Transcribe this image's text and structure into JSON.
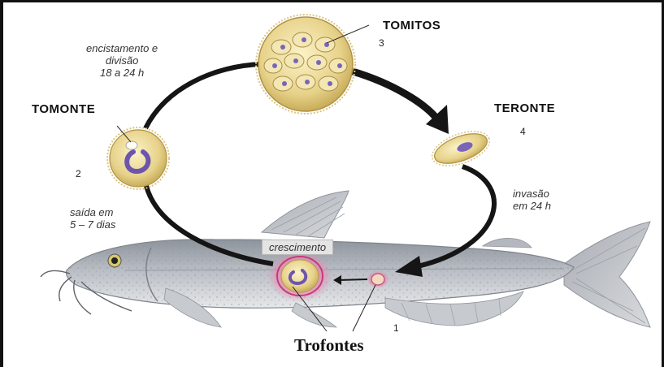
{
  "stages": {
    "tomitos": {
      "name": "TOMITOS",
      "number": "3"
    },
    "teronte": {
      "name": "TERONTE",
      "number": "4"
    },
    "tomonte": {
      "name": "TOMONTE",
      "number": "2"
    },
    "trofonte": {
      "number": "1"
    }
  },
  "notes": {
    "encistamento": "encistamento  e\ndivisão\n18 a 24 h",
    "invasao": "invasão\nem 24 h",
    "saida": "saída em\n5 – 7 dias",
    "crescimento": "crescimento"
  },
  "title": "Trofontes",
  "colors": {
    "arrow": "#151515",
    "cyst": "#e8d48e",
    "nucleus": "#7a64b8",
    "fish_body": "#b2b6bd",
    "inflamed": "#c83a78"
  }
}
